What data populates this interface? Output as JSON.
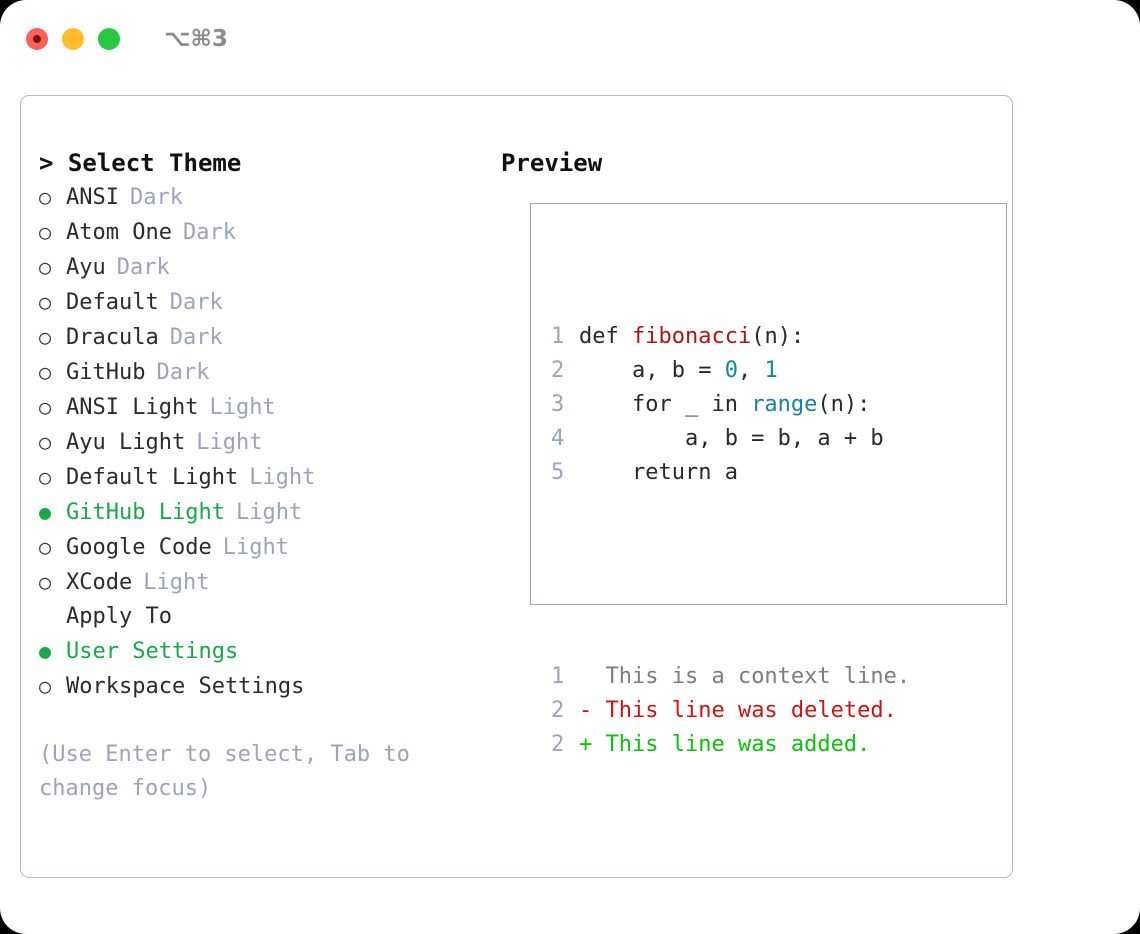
{
  "titlebar": {
    "shortcut": "⌥⌘3",
    "lights": [
      "close",
      "minimize",
      "zoom"
    ]
  },
  "theme_picker": {
    "heading": "> Select Theme",
    "caret": ">",
    "heading_text": "Select Theme",
    "bullet_on": "●",
    "bullet_off": "○",
    "selected_color": "#18a84a",
    "tag_color": "#9aa5b5",
    "items": [
      {
        "label": "ANSI",
        "tag": "Dark",
        "selected": false
      },
      {
        "label": "Atom One",
        "tag": "Dark",
        "selected": false
      },
      {
        "label": "Ayu",
        "tag": "Dark",
        "selected": false
      },
      {
        "label": "Default",
        "tag": "Dark",
        "selected": false
      },
      {
        "label": "Dracula",
        "tag": "Dark",
        "selected": false
      },
      {
        "label": "GitHub",
        "tag": "Dark",
        "selected": false
      },
      {
        "label": "ANSI Light",
        "tag": "Light",
        "selected": false
      },
      {
        "label": "Ayu Light",
        "tag": "Light",
        "selected": false
      },
      {
        "label": "Default Light",
        "tag": "Light",
        "selected": false
      },
      {
        "label": "GitHub Light",
        "tag": "Light",
        "selected": true
      },
      {
        "label": "Google Code",
        "tag": "Light",
        "selected": false
      },
      {
        "label": "XCode",
        "tag": "Light",
        "selected": false
      }
    ]
  },
  "apply_to": {
    "heading": "Apply To",
    "items": [
      {
        "label": "User Settings",
        "selected": true
      },
      {
        "label": "Workspace Settings",
        "selected": false
      }
    ]
  },
  "hint": "(Use Enter to select, Tab to change focus)",
  "preview": {
    "title": "Preview",
    "code_lines": [
      {
        "lineno": "1",
        "tokens": [
          {
            "text": "def ",
            "type": "plain"
          },
          {
            "text": "fibonacci",
            "type": "fn"
          },
          {
            "text": "(n):",
            "type": "plain"
          }
        ]
      },
      {
        "lineno": "2",
        "tokens": [
          {
            "text": "    a, b = ",
            "type": "plain"
          },
          {
            "text": "0",
            "type": "num"
          },
          {
            "text": ", ",
            "type": "plain"
          },
          {
            "text": "1",
            "type": "num"
          }
        ]
      },
      {
        "lineno": "3",
        "tokens": [
          {
            "text": "    for _ in ",
            "type": "plain"
          },
          {
            "text": "range",
            "type": "call"
          },
          {
            "text": "(n):",
            "type": "plain"
          }
        ]
      },
      {
        "lineno": "4",
        "tokens": [
          {
            "text": "        a, b = b, a + b",
            "type": "plain"
          }
        ]
      },
      {
        "lineno": "5",
        "tokens": [
          {
            "text": "    return a",
            "type": "plain"
          }
        ]
      }
    ],
    "diff_lines": [
      {
        "lineno": "1",
        "marker": " ",
        "text": " This is a context line.",
        "kind": "ctx"
      },
      {
        "lineno": "2",
        "marker": "-",
        "text": " This line was deleted.",
        "kind": "del"
      },
      {
        "lineno": "2",
        "marker": "+",
        "text": " This line was added.",
        "kind": "add"
      }
    ]
  },
  "colors": {
    "accent_green": "#18a84a",
    "tag_gray": "#9aa5b5",
    "fn_red": "#ad1616",
    "num_teal": "#0d8a8c",
    "call_blue": "#1a7fa8",
    "diff_del_red": "#cc1414",
    "diff_add_green": "#0ac20a",
    "border": "#b3bcc8"
  }
}
